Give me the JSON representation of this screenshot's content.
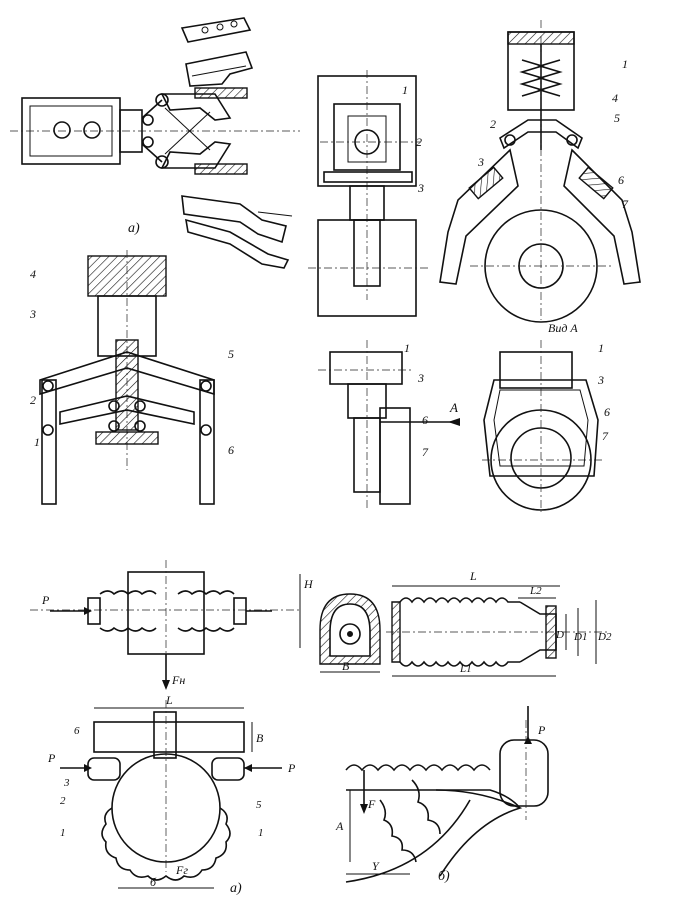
{
  "labels": {
    "fig_a_top": "а)",
    "fig_a_bottom": "а)",
    "fig_b_bottom": "б)",
    "view_a": "Вид А",
    "arrow_a": "А",
    "p": "P",
    "fn": "Fн",
    "fr": "Fг",
    "f": "F",
    "l": "L",
    "l1": "L1",
    "l2": "L2",
    "h": "H",
    "b": "B",
    "d": "D",
    "d1": "D1",
    "d2": "D2",
    "a": "A",
    "y": "Y",
    "bb": "б"
  },
  "numbers": {
    "n1": "1",
    "n2": "2",
    "n3": "3",
    "n4": "4",
    "n5": "5",
    "n6": "6",
    "n7": "7"
  }
}
